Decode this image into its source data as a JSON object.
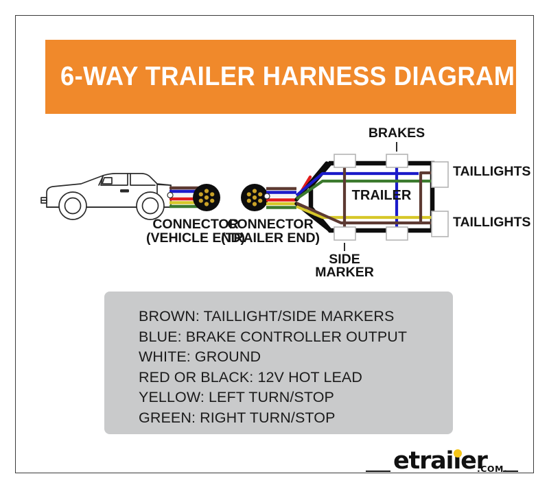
{
  "page": {
    "background": "#ffffff",
    "card_border_color": "#3a3a3a"
  },
  "header": {
    "title": "6-WAY TRAILER HARNESS DIAGRAM",
    "background": "#f0892b",
    "text_color": "#ffffff"
  },
  "diagram": {
    "vehicle": {
      "type": "pickup-truck",
      "connector_label_line1": "CONNECTOR",
      "connector_label_line2": "(VEHICLE END)",
      "connector_pins": 7,
      "connector_body_color": "#0d0d0d",
      "connector_pin_color": "#c9a227"
    },
    "trailer_connector": {
      "connector_label_line1": "CONNECTOR",
      "connector_label_line2": "(TRAILER END)",
      "connector_pins": 7
    },
    "trailer": {
      "label": "TRAILER",
      "body_color": "#0d0d0d"
    },
    "callouts": {
      "brakes": "BRAKES",
      "side_marker_line1": "SIDE",
      "side_marker_line2": "MARKER",
      "taillights_top": "TAILLIGHTS",
      "taillights_bottom": "TAILLIGHTS"
    },
    "wire_colors": {
      "brown": "#5d3a32",
      "blue": "#1b1bc9",
      "white": "#f2f2f2",
      "red": "#e01b1b",
      "yellow": "#d6c72a",
      "green": "#3c7a2e",
      "black": "#0d0d0d"
    },
    "wire_order_top_to_bottom": [
      "brown",
      "blue",
      "white",
      "red",
      "yellow",
      "green"
    ]
  },
  "legend": {
    "background": "#c9cacb",
    "lines": [
      "BROWN: TAILLIGHT/SIDE MARKERS",
      "BLUE: BRAKE CONTROLLER OUTPUT",
      "WHITE: GROUND",
      "RED OR BLACK: 12V HOT LEAD",
      "YELLOW: LEFT TURN/STOP",
      "GREEN: RIGHT TURN/STOP"
    ]
  },
  "logo": {
    "word": "etrailer",
    "suffix": ".COM.",
    "dot_color": "#f5c518"
  }
}
